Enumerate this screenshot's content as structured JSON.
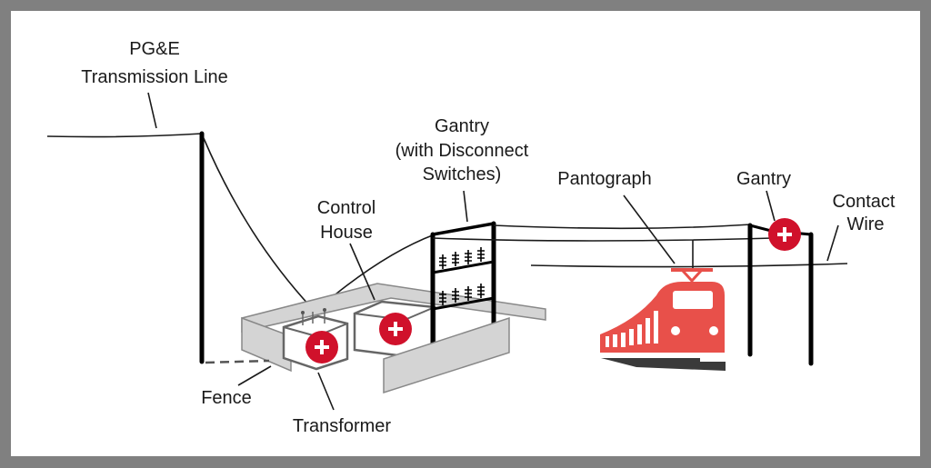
{
  "diagram": {
    "title": "Traction power substation diagram",
    "labels": {
      "transmission_line": [
        "PG&E",
        "Transmission Line"
      ],
      "gantry_disconnect": [
        "Gantry",
        "(with Disconnect",
        "Switches)"
      ],
      "control_house": [
        "Control",
        "House"
      ],
      "pantograph": [
        "Pantograph"
      ],
      "gantry": [
        "Gantry"
      ],
      "contact_wire": [
        "Contact",
        "Wire"
      ],
      "fence": [
        "Fence"
      ],
      "transformer": [
        "Transformer"
      ]
    },
    "hazard_markers": [
      {
        "name": "transformer-hazard",
        "symbol": "+"
      },
      {
        "name": "control-house-hazard",
        "symbol": "+"
      },
      {
        "name": "gantry-hazard",
        "symbol": "+"
      }
    ],
    "colors": {
      "frame": "#808080",
      "background": "#ffffff",
      "accent_red": "#d0112b",
      "train_red": "#e8504a",
      "fence_gray": "#d4d4d4",
      "line": "#1a1a1a",
      "track": "#3a3a3a"
    }
  }
}
